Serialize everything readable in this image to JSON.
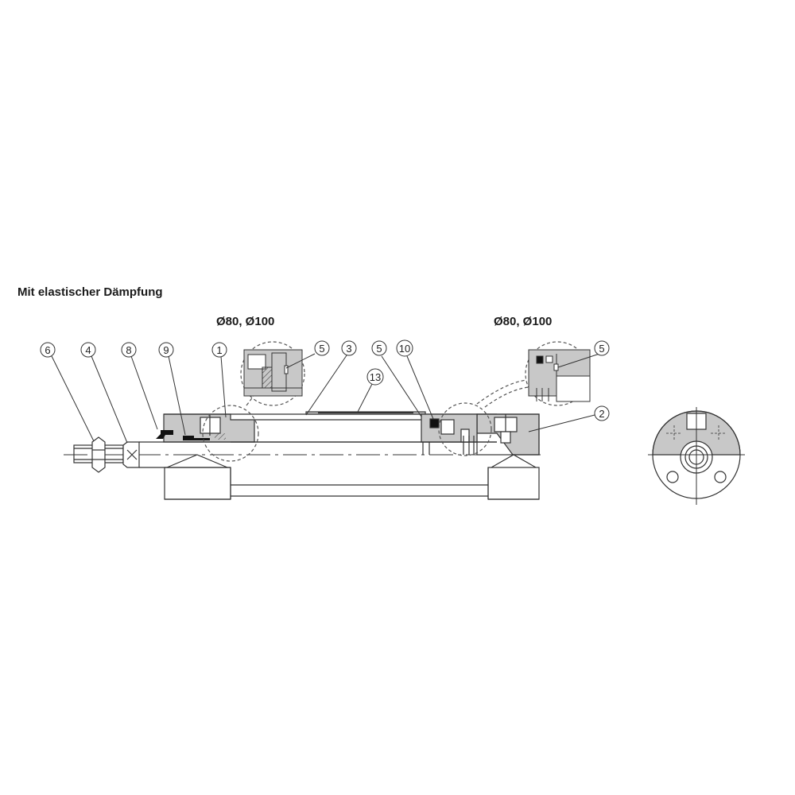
{
  "title": "Mit elastischer Dämpfung",
  "detail_labels": {
    "left": "Ø80, Ø100",
    "right": "Ø80, Ø100"
  },
  "callouts": [
    {
      "id": "6",
      "label": "6"
    },
    {
      "id": "4",
      "label": "4"
    },
    {
      "id": "8",
      "label": "8"
    },
    {
      "id": "9",
      "label": "9"
    },
    {
      "id": "1",
      "label": "1"
    },
    {
      "id": "5a",
      "label": "5"
    },
    {
      "id": "3",
      "label": "3"
    },
    {
      "id": "13",
      "label": "13"
    },
    {
      "id": "5b",
      "label": "5"
    },
    {
      "id": "10",
      "label": "10"
    },
    {
      "id": "5c",
      "label": "5"
    },
    {
      "id": "2",
      "label": "2"
    }
  ],
  "colors": {
    "line": "#333333",
    "section_fill": "#c8c8c8",
    "seal_fill": "#111111",
    "background": "#ffffff"
  }
}
